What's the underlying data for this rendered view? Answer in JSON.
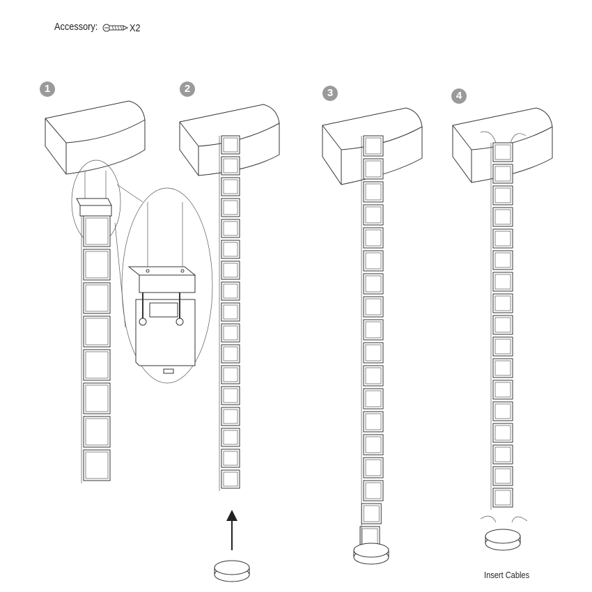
{
  "accessory": {
    "label": "Accessory:",
    "screw_icon": "screw-icon",
    "quantity": "X2"
  },
  "steps": [
    {
      "number": "1"
    },
    {
      "number": "2"
    },
    {
      "number": "3"
    },
    {
      "number": "4",
      "caption": "Insert Cables"
    }
  ],
  "colors": {
    "line": "#333333",
    "badge": "#9a9a9a",
    "background": "#ffffff"
  }
}
